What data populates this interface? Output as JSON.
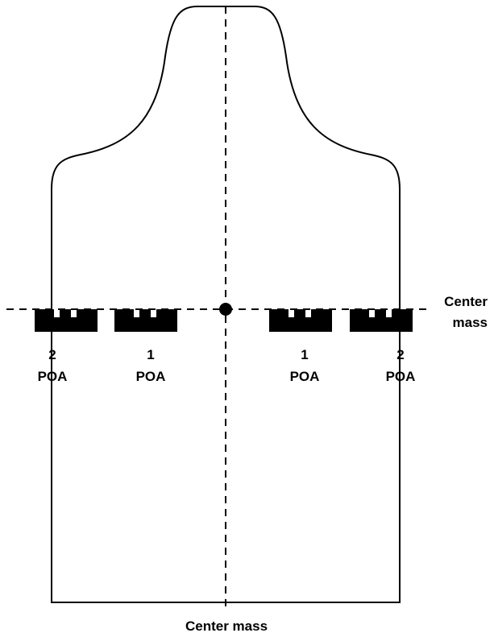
{
  "colors": {
    "ink": "#000000",
    "background": "#ffffff"
  },
  "labels": {
    "center_mass_horizontal_line1": "Center",
    "center_mass_horizontal_line2": "mass",
    "center_mass_vertical": "Center mass"
  },
  "aim_points": [
    {
      "number": "2",
      "caption": "POA"
    },
    {
      "number": "1",
      "caption": "POA"
    },
    {
      "number": "1",
      "caption": "POA"
    },
    {
      "number": "2",
      "caption": "POA"
    }
  ]
}
